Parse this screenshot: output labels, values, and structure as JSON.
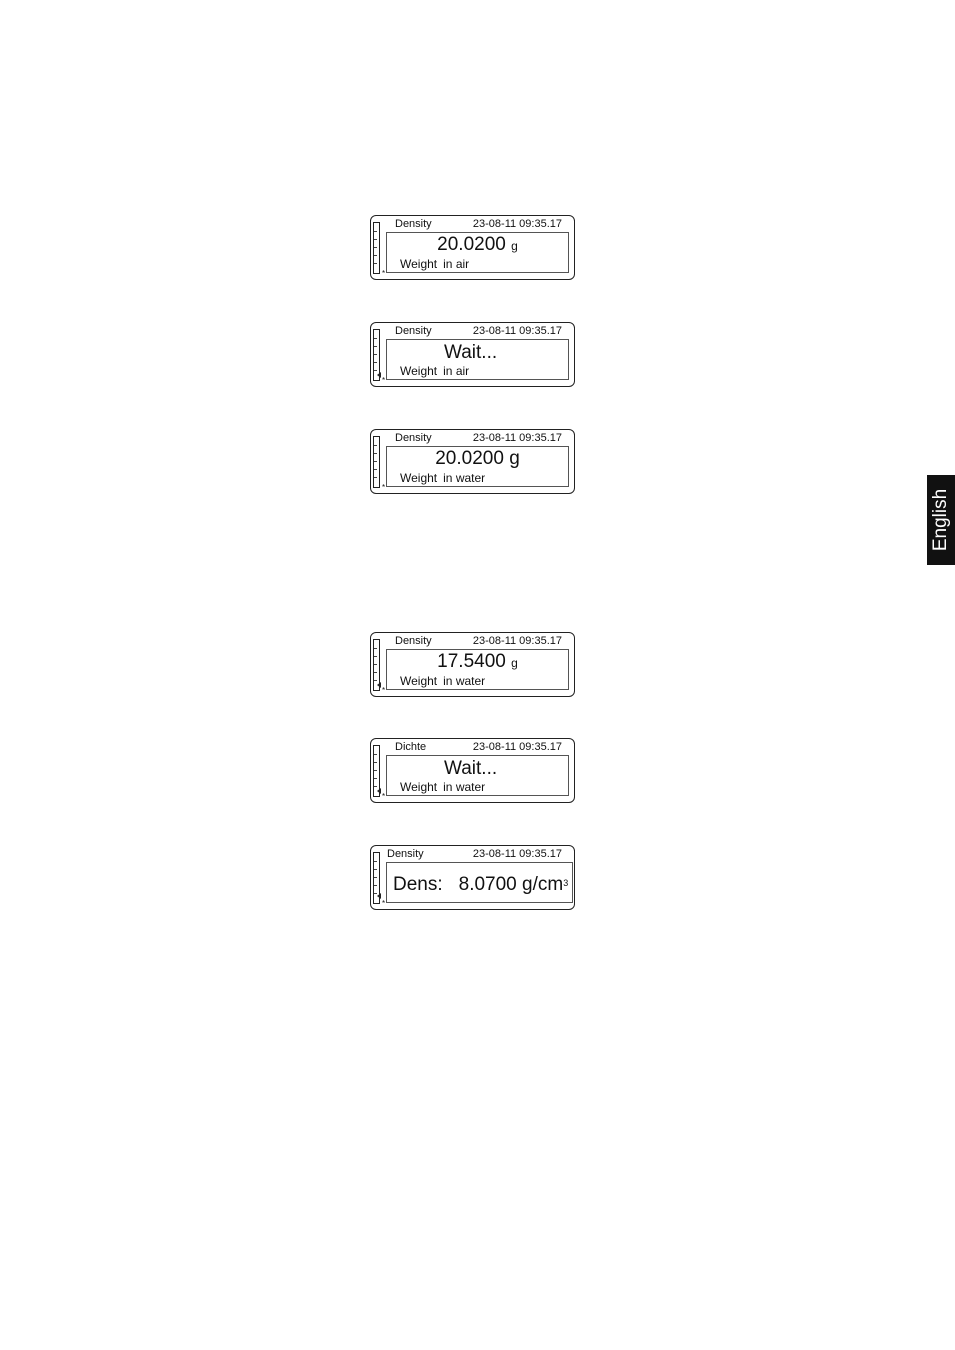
{
  "side_tab": {
    "label": "English"
  },
  "displays": [
    {
      "mode": "Density",
      "datetime": "23-08-11 09:35.17",
      "value": "20.0200",
      "unit": "g",
      "status_1": "Weight",
      "status_2": "in air"
    },
    {
      "mode": "Density",
      "datetime": "23-08-11 09:35.17",
      "value": "Wait...",
      "status_1": "Weight",
      "status_2": "in air"
    },
    {
      "mode": "Density",
      "datetime": "23-08-11 09:35.17",
      "value": "20.0200",
      "unit": "g",
      "status_1": "Weight",
      "status_2": "in water"
    },
    {
      "mode": "Density",
      "datetime": "23-08-11 09:35.17",
      "value": "17.5400",
      "unit": "g",
      "status_1": "Weight",
      "status_2": "in water"
    },
    {
      "mode": "Dichte",
      "datetime": "23-08-11 09:35.17",
      "value": "Wait...",
      "status_1": "Weight",
      "status_2": "in water"
    },
    {
      "mode": "Density",
      "datetime": "23-08-11 09:35.17",
      "result_label": "Dens:",
      "result_value": "8.0700",
      "result_unit": "g/cm",
      "result_exponent": "3"
    }
  ]
}
